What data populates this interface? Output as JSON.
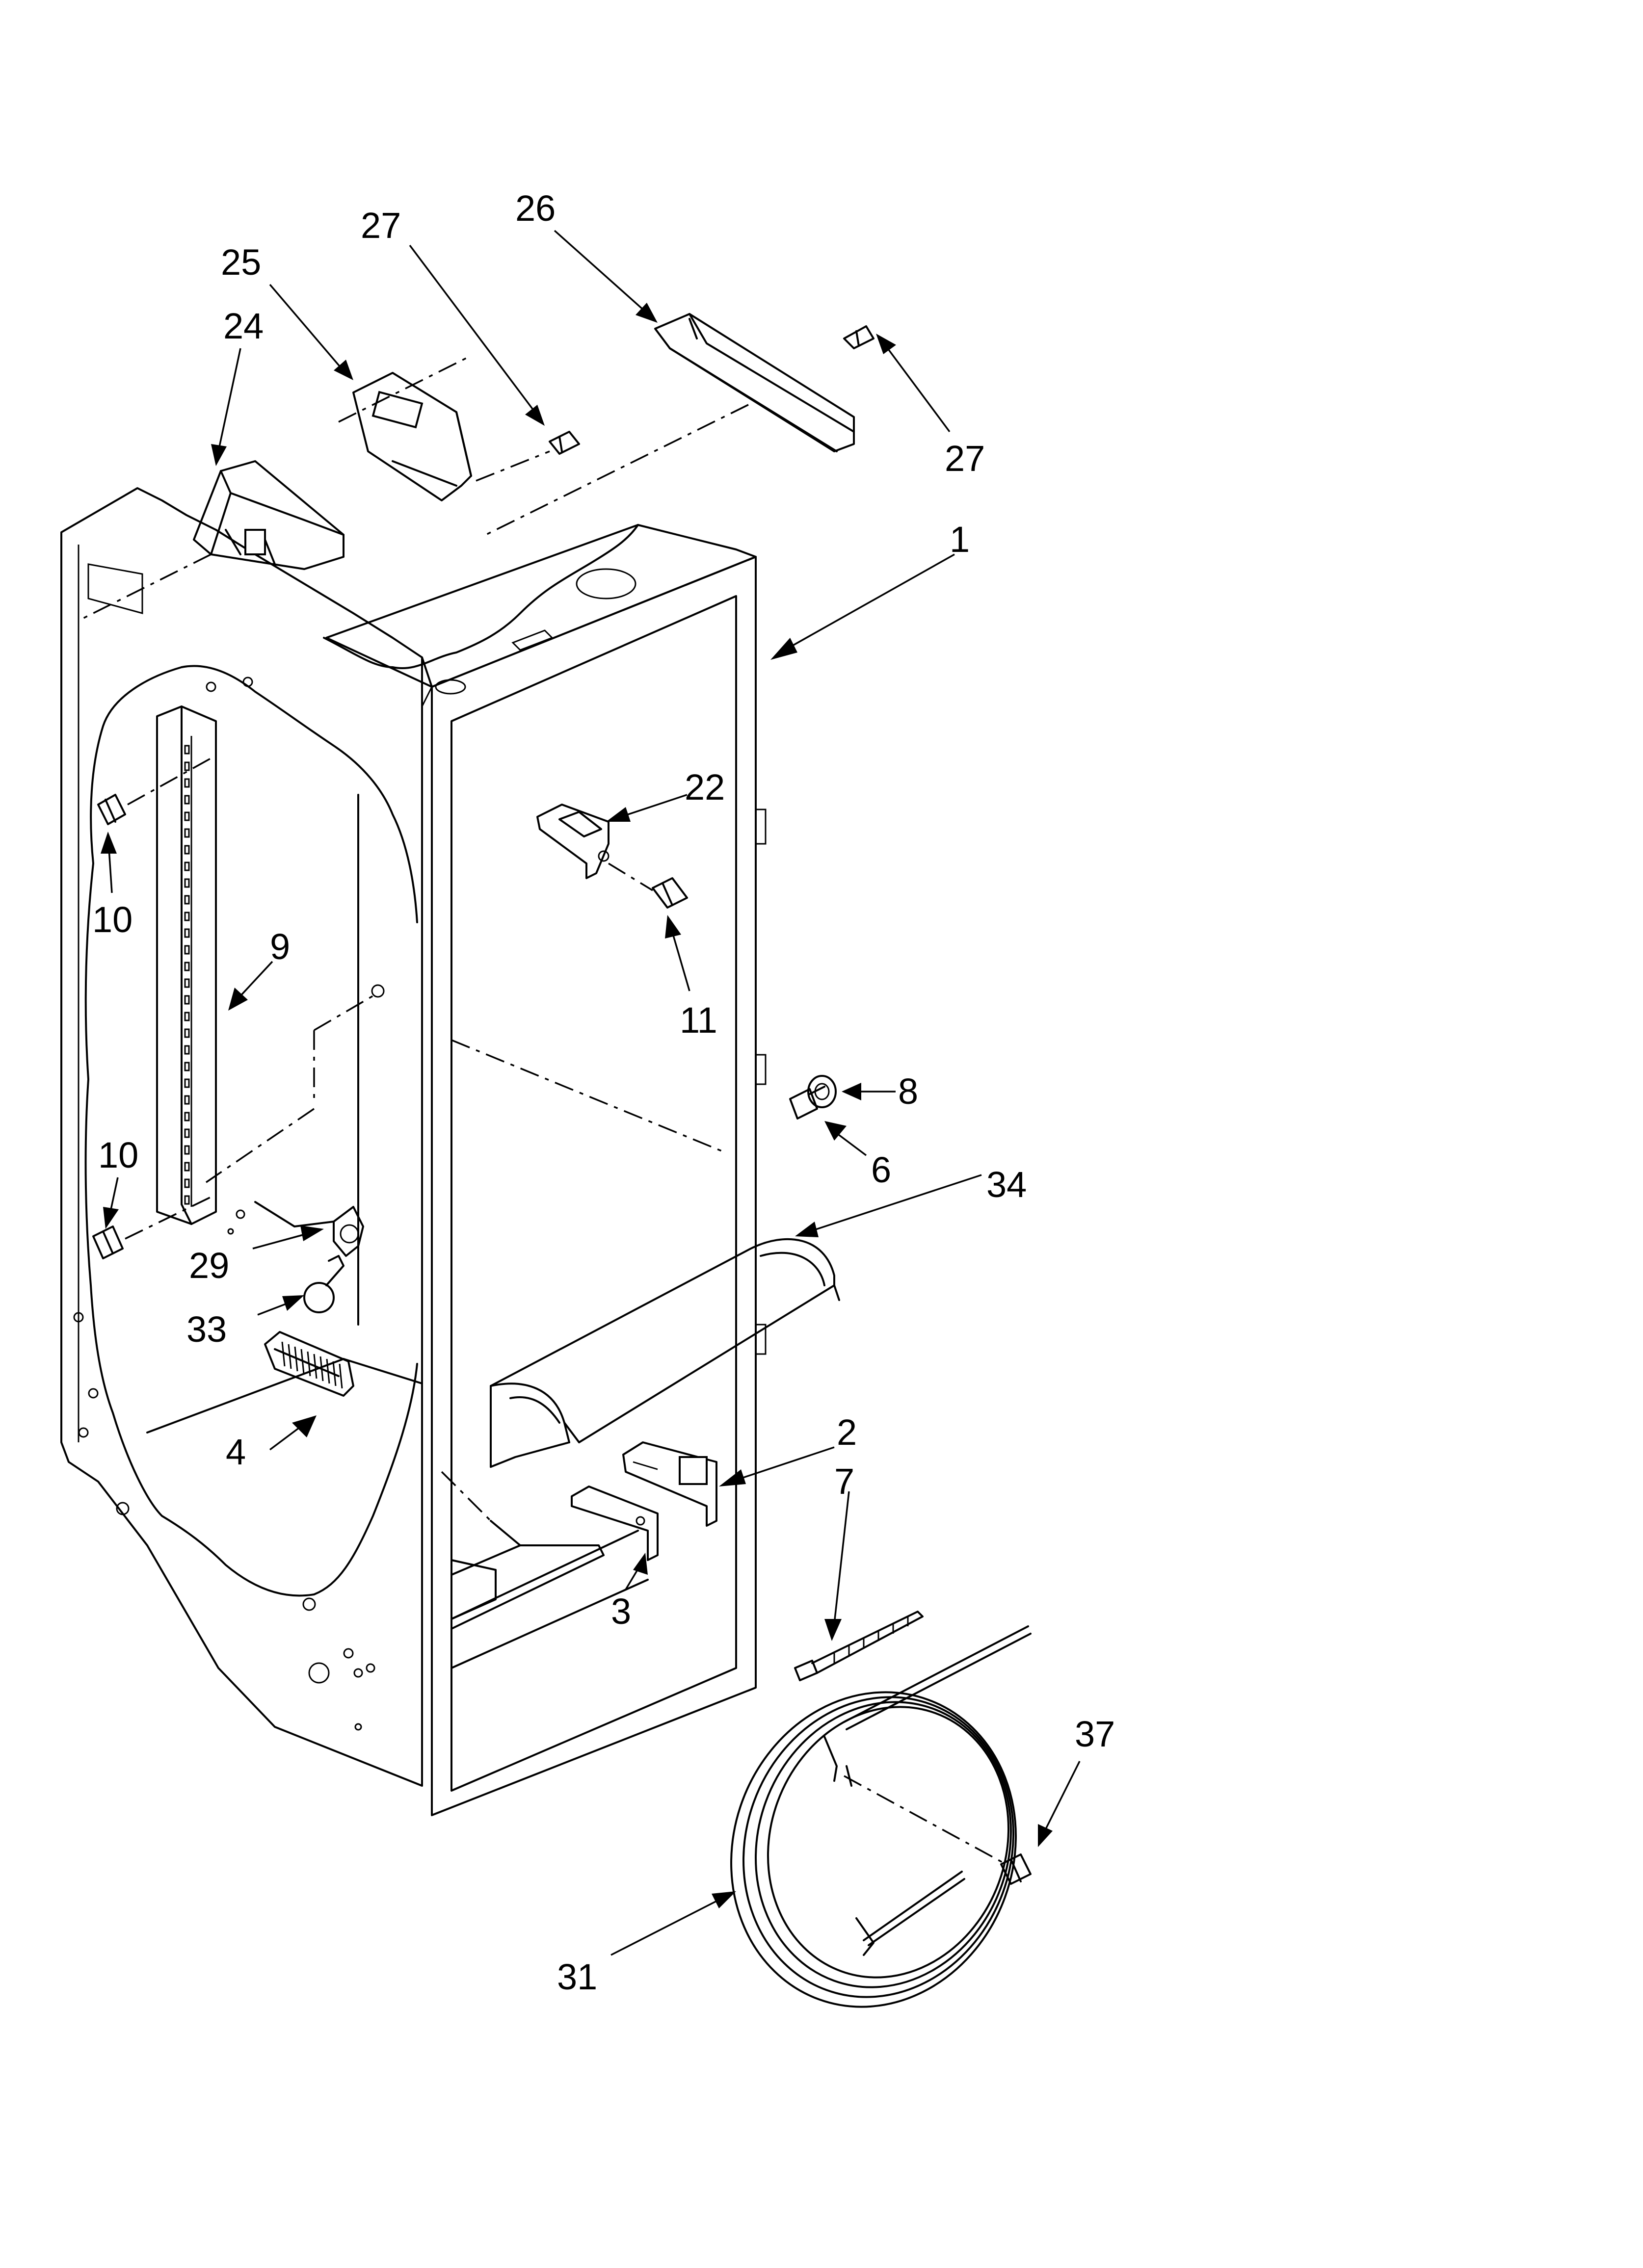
{
  "callouts": {
    "c1": "1",
    "c2": "2",
    "c3": "3",
    "c4": "4",
    "c6": "6",
    "c7": "7",
    "c8": "8",
    "c9": "9",
    "c10a": "10",
    "c10b": "10",
    "c11": "11",
    "c22": "22",
    "c24": "24",
    "c25": "25",
    "c26": "26",
    "c27a": "27",
    "c27b": "27",
    "c29": "29",
    "c31": "31",
    "c33": "33",
    "c34": "34",
    "c37": "37"
  }
}
